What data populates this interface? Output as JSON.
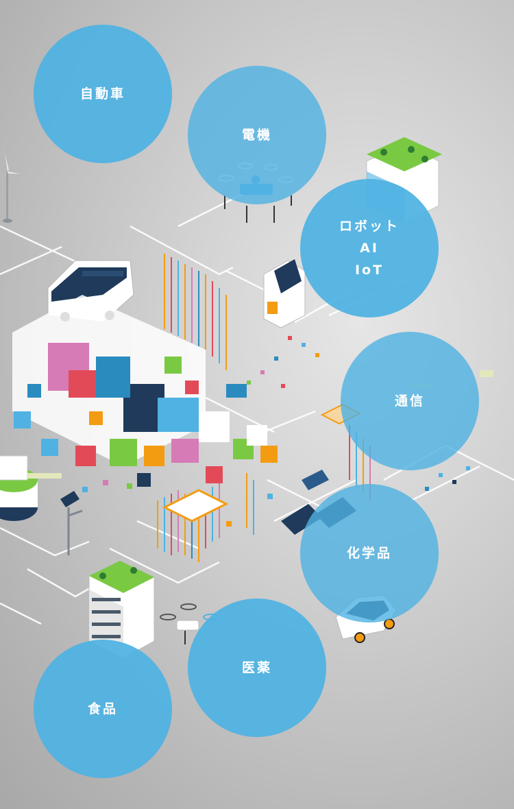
{
  "categories": {
    "automotive": "自動車",
    "electrical": "電機",
    "robot": [
      "ロボット",
      "AI",
      "IoT"
    ],
    "communication": "通信",
    "chemical": "化学品",
    "pharma": "医薬",
    "food": "食品"
  },
  "colors": {
    "circle": "#4fb2e2",
    "background": "#c8c8c8"
  },
  "icons": [
    "wind-turbine-icon",
    "drone-icon",
    "building-icon",
    "bus-icon",
    "solar-panel-icon",
    "car-icon",
    "street-lamp-icon"
  ]
}
